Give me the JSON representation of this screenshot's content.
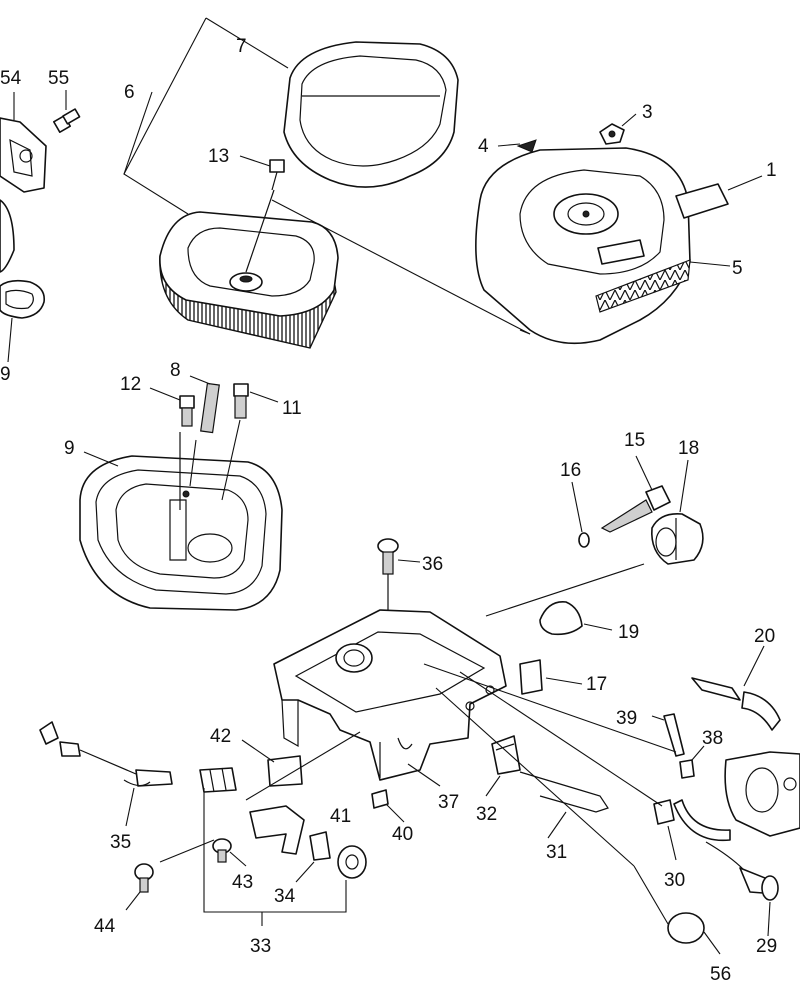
{
  "callouts": {
    "c1": "1",
    "c3": "3",
    "c4": "4",
    "c5": "5",
    "c6": "6",
    "c7": "7",
    "c8": "8",
    "c9": "9",
    "c11": "11",
    "c12": "12",
    "c13": "13",
    "c15": "15",
    "c16": "16",
    "c17": "17",
    "c18": "18",
    "c19": "19",
    "c20": "20",
    "c29": "29",
    "c30": "30",
    "c31": "31",
    "c32": "32",
    "c33": "33",
    "c34": "34",
    "c35": "35",
    "c36": "36",
    "c37": "37",
    "c38": "38",
    "c39": "39",
    "c40": "40",
    "c41": "41",
    "c42": "42",
    "c43": "43",
    "c44": "44",
    "c54": "54",
    "c55": "55",
    "c56": "56",
    "c59": "9"
  }
}
